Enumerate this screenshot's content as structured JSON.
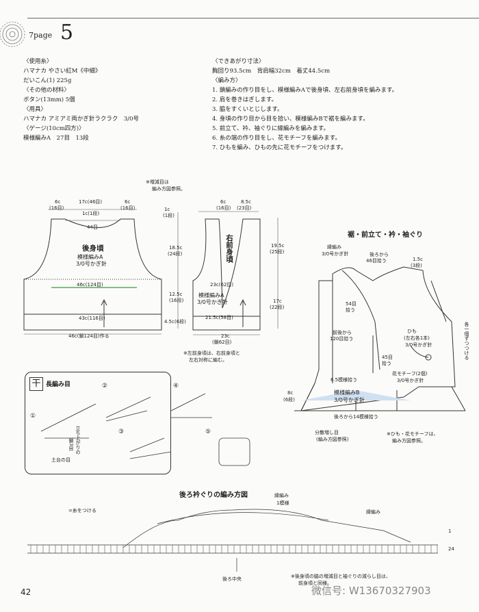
{
  "page": {
    "label": "7page",
    "number": "5",
    "footer_number": "42"
  },
  "materials": {
    "lines": [
      "〈使用糸〉",
      "ハマナカ やさい紅M《中細》",
      "だいこん(1) 225g",
      "〈その他の材料〉",
      "ボタン(13mm) 5個",
      "〈用具〉",
      "ハマナカ アミアミ両かぎ針ラクラク　3/0号",
      "〈ゲージ(10cm四方)〉",
      "模様編みA　27目　13段"
    ]
  },
  "finish": {
    "lines": [
      "〈できあがり寸法〉",
      "胸回り93.5cm　背肩幅32cm　着丈44.5cm",
      "〈編み方〉",
      "1. 鎖編みの作り目をし、模様編みAで後身頃、左右前身頃を編みます。",
      "2. 肩を巻きはぎします。",
      "3. 脇をすくいとじします。",
      "4. 身頃の作り目から目を拾い、模様編みBで裾を編みます。",
      "5. 前立て、衿、袖ぐりに縁編みを編みます。",
      "6. 糸の端の作り目をし、花モチーフを編みます。",
      "7. ひもを編み、ひもの先に花モチーフをつけます。"
    ]
  },
  "back": {
    "note_top": "※増減目は",
    "note_top2": "編み方図参照。",
    "w_l": "6c",
    "w_l2": "(16目)",
    "w_c": "17c(46目)",
    "w_c2": "1c(1段)",
    "w_r": "6c",
    "w_r2": "(16目)",
    "neck": "44目",
    "title": "後身頃",
    "pattern": "模様編みA",
    "hook": "3/0号かぎ針",
    "chest": "46c(124目)",
    "hem": "43c(116目)",
    "start": "46c(鎖124目)作る",
    "h1": "1c",
    "h1b": "(1段)",
    "h2": "18.5c",
    "h2b": "(24段)",
    "h3": "12.5c",
    "h3b": "(16段)",
    "h4": "4.5c(6段)"
  },
  "front": {
    "w_l": "6c",
    "w_l2": "(16目)",
    "w_r": "8.5c",
    "w_r2": "(23目)",
    "title": "右前身頃",
    "chest": "23c(62目)",
    "pattern": "模様編みA",
    "hook": "3/0号かぎ針",
    "hem": "21.5c(58目)",
    "start": "23c",
    "start2": "(鎖62目)",
    "h1": "19.5c",
    "h1b": "(25段)",
    "h2": "17c",
    "h2b": "(22段)",
    "note": "※左前身頃は、右前身頃と",
    "note2": "左右対称に編む。"
  },
  "assembly": {
    "title": "裾・前立て・衿・袖ぐり",
    "edge": "縁編み",
    "edge_hook": "3/0号かぎ針",
    "back_pick": "後ろから",
    "back_pick2": "46目拾う",
    "w": "1.5c",
    "w2": "(3段)",
    "pick54": "54目",
    "pick54b": "拾う",
    "pick120": "前後から",
    "pick120b": "120目拾う",
    "pick45": "45目",
    "pick45b": "拾う",
    "cord": "ひも",
    "cord2": "(左右各1本)",
    "cord3": "3/0号かぎ針",
    "side_note": "各一個ずつつける",
    "motif": "花モチーフ(2個)",
    "motif2": "3/0号かぎ針",
    "rep": "6.5模様拾う",
    "hem_pattern": "模様編みB",
    "hem_hook": "3/0号かぎ針",
    "hem_h": "8c",
    "hem_h2": "(6段)",
    "back14": "後ろから14模様拾う",
    "inc": "分散増し目",
    "inc2": "(編み方図参照)",
    "note": "※ひも・花モチーフは、",
    "note2": "編み方図参照。"
  },
  "legend": {
    "title": "長編み目",
    "step_nums": [
      "①",
      "②",
      "③",
      "④",
      "⑤"
    ],
    "label1": "立ち上がりの",
    "label1b": "鎖3目",
    "label2": "土台の目"
  },
  "chart": {
    "title": "後ろ衿ぐりの編み方図",
    "edge": "縁編み",
    "repeat": "1模様",
    "edge_right": "縁編み",
    "start_mark": "=糸をつける",
    "row1": "1",
    "row24": "24",
    "center": "後ろ中央",
    "note": "※後身頃の脇の増減目と袖ぐりの減らし目は、",
    "note2": "前身頃と同様。"
  },
  "watermark": "微信号: W13670327903"
}
